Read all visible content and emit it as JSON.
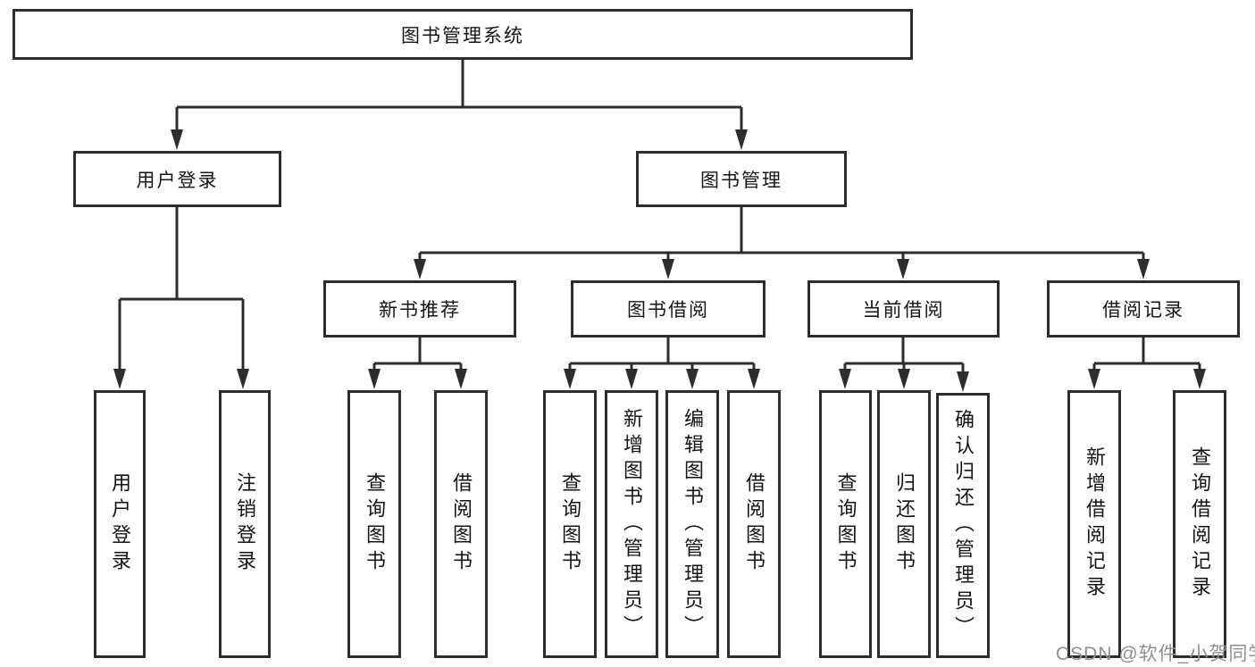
{
  "tree": {
    "root": "图书管理系统",
    "children": [
      {
        "label": "用户登录",
        "children": [
          "用户登录",
          "注销登录"
        ]
      },
      {
        "label": "图书管理",
        "children": [
          {
            "label": "新书推荐",
            "children": [
              "查询图书",
              "借阅图书"
            ]
          },
          {
            "label": "图书借阅",
            "children": [
              "查询图书",
              "新增图书（管理员）",
              "编辑图书（管理员）",
              "借阅图书"
            ]
          },
          {
            "label": "当前借阅",
            "children": [
              "查询图书",
              "归还图书",
              "确认归还（管理员）"
            ]
          },
          {
            "label": "借阅记录",
            "children": [
              "新增借阅记录",
              "查询借阅记录"
            ]
          }
        ]
      }
    ]
  },
  "watermark": {
    "text": "CSDN @软件_小贺同学"
  },
  "colors": {
    "line": "#2d2d2d",
    "box_border": "#2d2d2d",
    "text": "#151515",
    "watermark": "#909090",
    "background": "#ffffff"
  }
}
